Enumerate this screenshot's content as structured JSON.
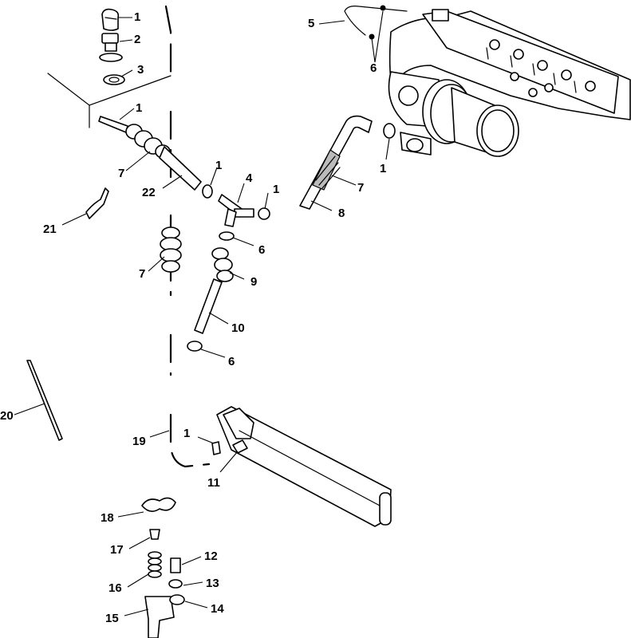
{
  "diagram": {
    "callouts": {
      "c1a": "1",
      "c2": "2",
      "c3": "3",
      "c1b": "1",
      "c7a": "7",
      "c22": "22",
      "c1c": "1",
      "c4": "4",
      "c1d": "1",
      "c21": "21",
      "c6a": "6",
      "c7b": "7",
      "c9": "9",
      "c10": "10",
      "c6b": "6",
      "c5": "5",
      "c6c": "6",
      "c1e": "1",
      "c7c": "7",
      "c8": "8",
      "c20": "20",
      "c19": "19",
      "c1f": "1",
      "c11": "11",
      "c18": "18",
      "c17": "17",
      "c12": "12",
      "c16": "16",
      "c13": "13",
      "c15": "15",
      "c14": "14"
    }
  }
}
